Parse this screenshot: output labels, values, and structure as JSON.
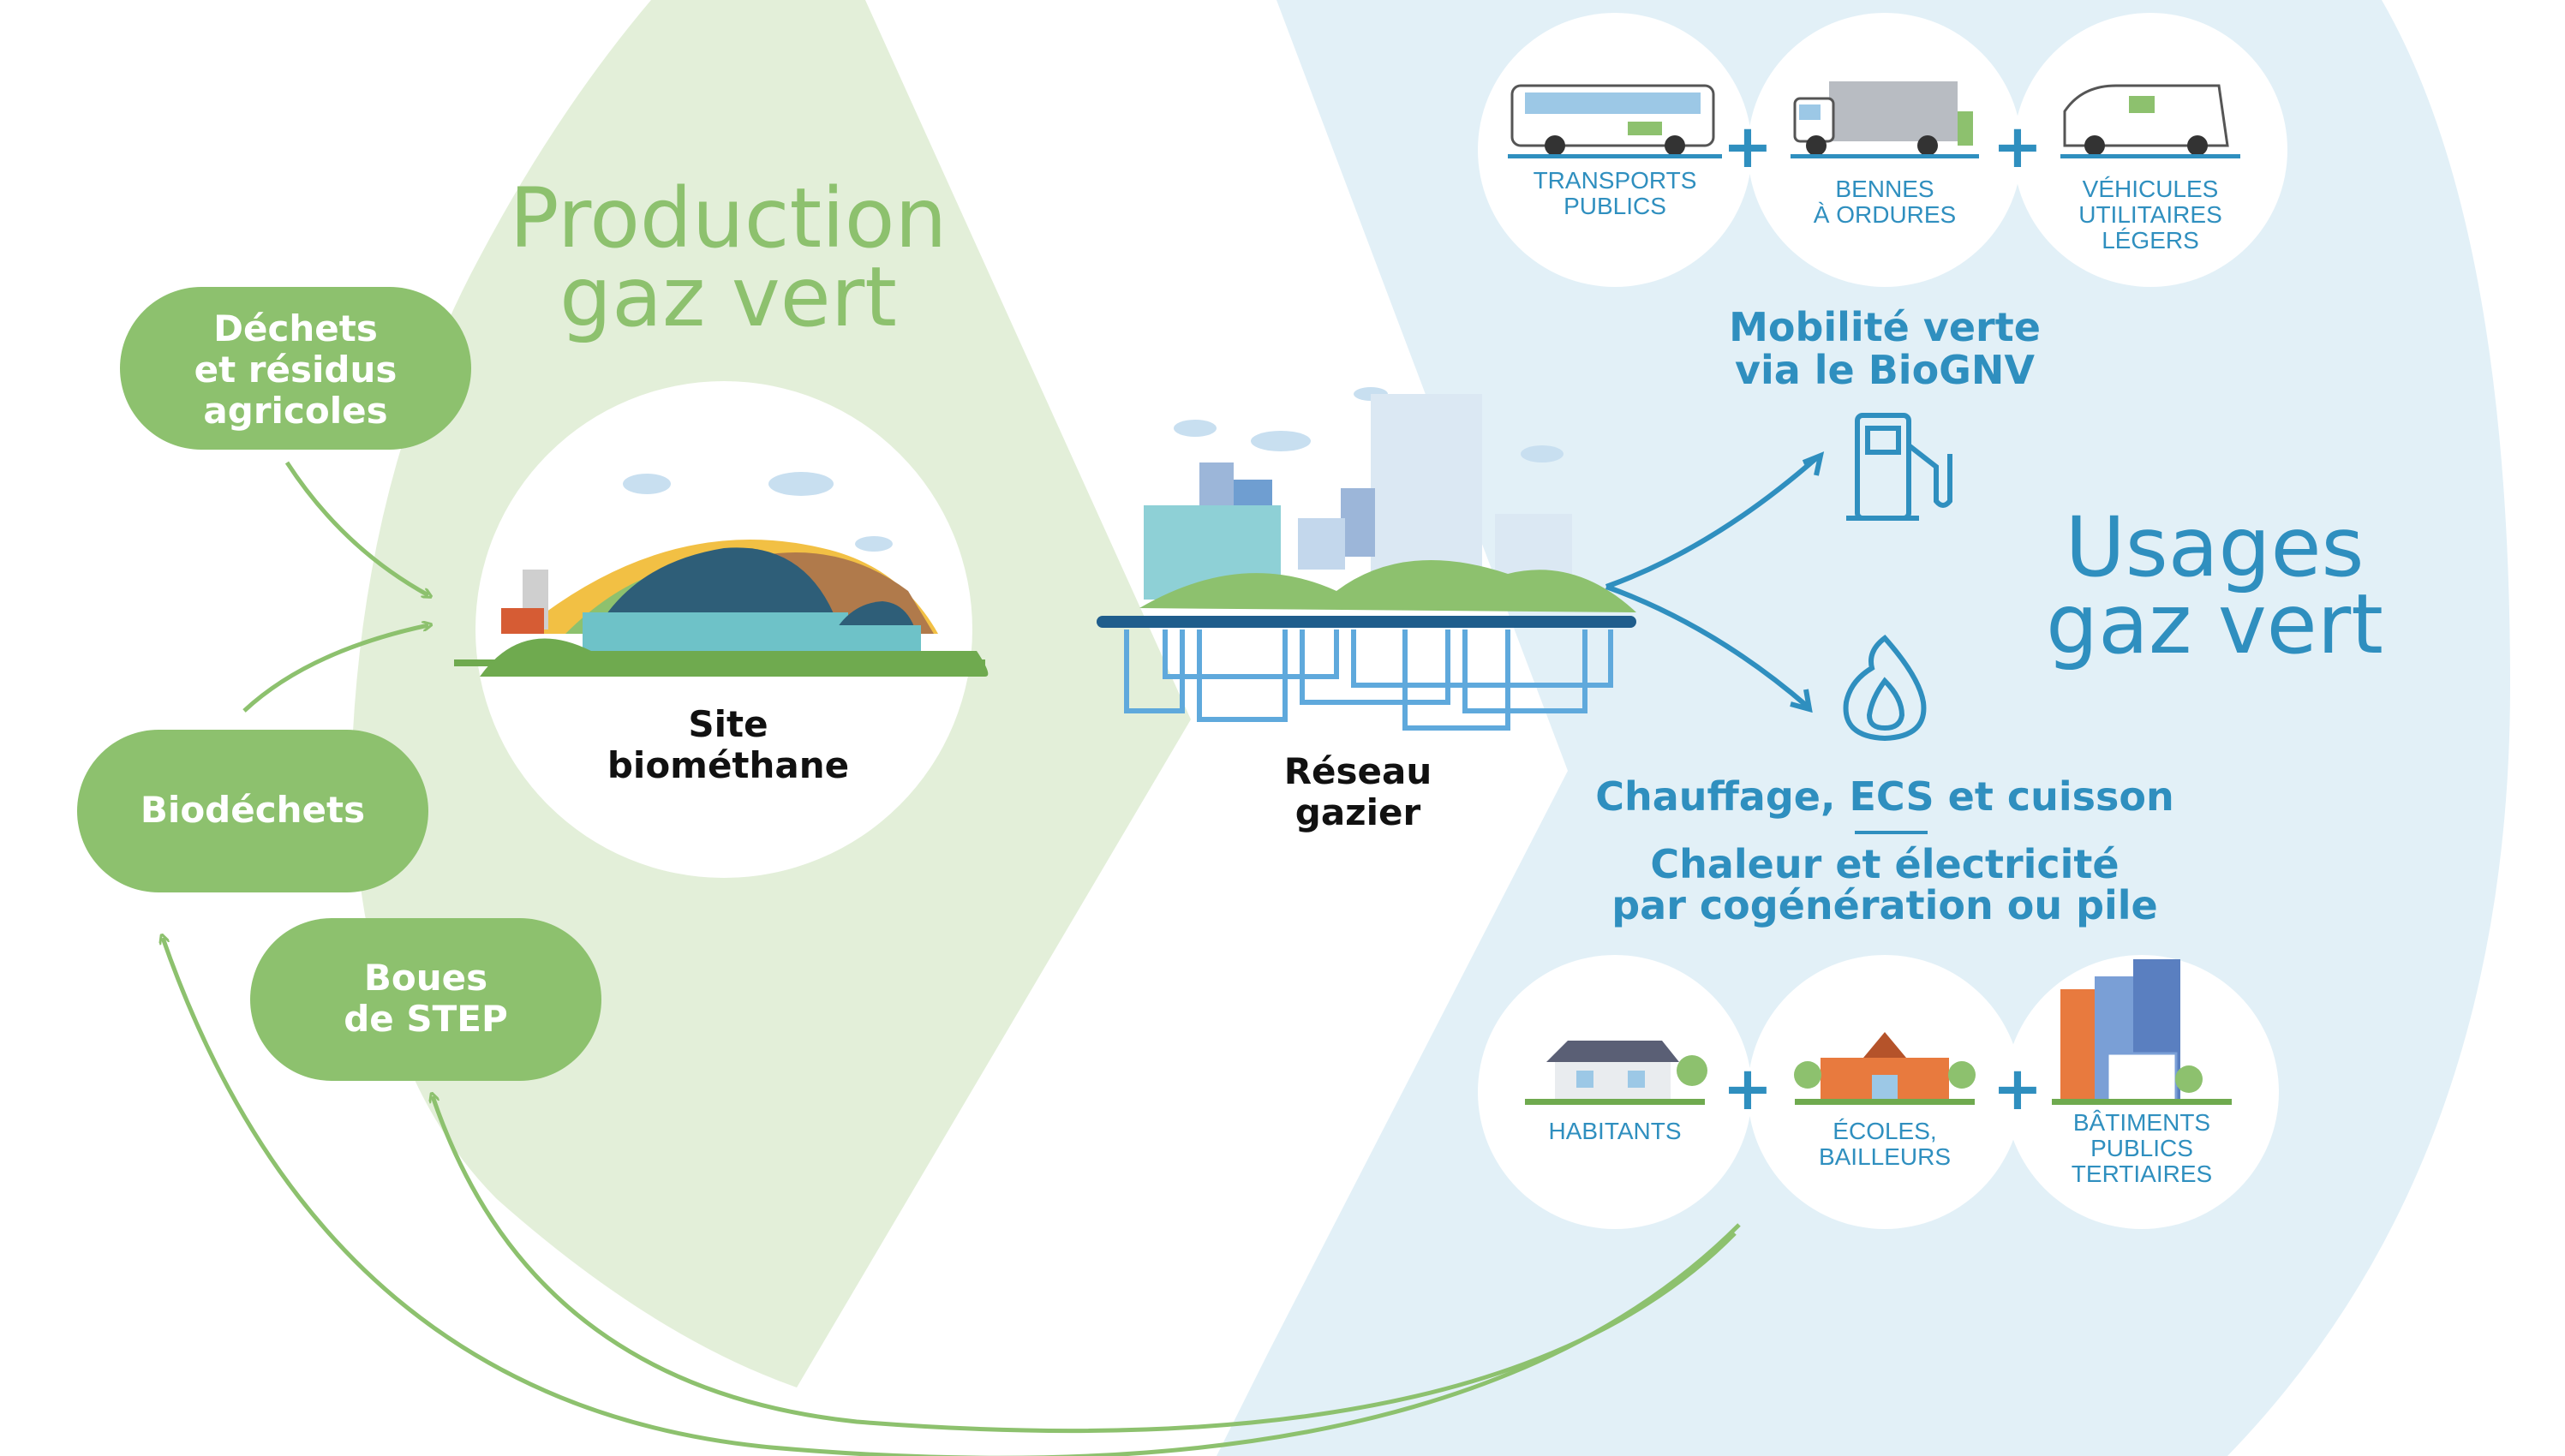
{
  "production": {
    "title_line1": "Production",
    "title_line2": "gaz vert"
  },
  "usages": {
    "title_line1": "Usages",
    "title_line2": "gaz vert"
  },
  "inputs": {
    "agri": {
      "line1": "Déchets",
      "line2": "et résidus",
      "line3": "agricoles"
    },
    "bio": {
      "line1": "Biodéchets"
    },
    "boues": {
      "line1": "Boues",
      "line2": "de STEP"
    }
  },
  "site": {
    "line1": "Site",
    "line2": "biométhane"
  },
  "reseau": {
    "line1": "Réseau",
    "line2": "gazier"
  },
  "mobility": {
    "title_line1": "Mobilité verte",
    "title_line2": "via le BioGNV",
    "items": [
      {
        "lines": [
          "TRANSPORTS",
          "PUBLICS"
        ]
      },
      {
        "lines": [
          "BENNES",
          "À ORDURES"
        ]
      },
      {
        "lines": [
          "VÉHICULES",
          "UTILITAIRES",
          "LÉGERS"
        ]
      }
    ]
  },
  "heat": {
    "title": "Chauffage, ECS et cuisson",
    "sub_line1": "Chaleur et électricité",
    "sub_line2": "par cogénération ou pile",
    "items": [
      {
        "lines": [
          "HABITANTS"
        ]
      },
      {
        "lines": [
          "ÉCOLES,",
          "BAILLEURS"
        ]
      },
      {
        "lines": [
          "BÂTIMENTS",
          "PUBLICS",
          "TERTIAIRES"
        ]
      }
    ]
  },
  "plus_sign": "+",
  "colors": {
    "green": "#8dc16e",
    "green_bg": "#e3efd9",
    "blue": "#2f8fbf",
    "blue_bg": "#e2f0f7",
    "dark_blue": "#1f5d8c"
  }
}
